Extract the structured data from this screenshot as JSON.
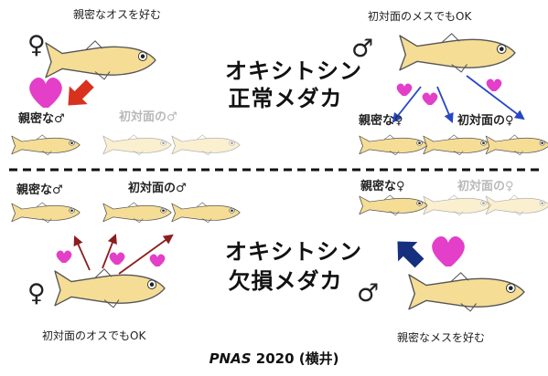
{
  "top": {
    "title_line1": "オキシトシン",
    "title_line2": "正常メダカ",
    "female_label": "♀",
    "male_label": "♂",
    "female_caption": "親密なオスを好む",
    "male_caption": "初対面のメスでもOK",
    "left_group_familiar": "親密な♂",
    "left_group_stranger": "初対面の♂",
    "right_group_familiar": "親密な♀",
    "right_group_stranger": "初対面の♀"
  },
  "bottom": {
    "title_line1": "オキシトシン",
    "title_line2": "欠損メダカ",
    "female_label": "♀",
    "male_label": "♂",
    "female_caption": "初対面のオスでもOK",
    "male_caption": "親密なメスを好む",
    "left_group_familiar": "親密な♂",
    "left_group_stranger": "初対面の♂",
    "right_group_familiar": "親密な♀",
    "right_group_stranger": "初対面の♀"
  },
  "citation": {
    "journal": "PNAS",
    "rest": " 2020 (横井)"
  },
  "colors": {
    "fish_body": "#f5dd96",
    "fish_outline": "#555555",
    "fish_faded": "#fbf1d3",
    "heart": "#e33fc8",
    "arrow_red": "#d8321e",
    "arrow_blue": "#2747c6",
    "arrow_navy": "#15307e",
    "arrow_darkred": "#8c1e1e"
  }
}
